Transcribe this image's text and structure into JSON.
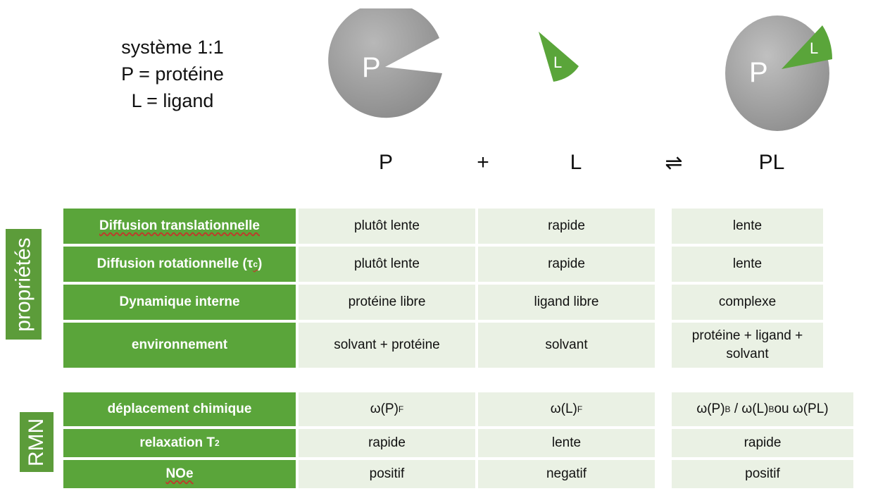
{
  "legend": {
    "line1": "système 1:1",
    "line2": "P = protéine",
    "line3": "L = ligand"
  },
  "shapes": {
    "protein_label": "P",
    "ligand_label": "L",
    "complex_protein_label": "P",
    "complex_ligand_label": "L",
    "colors": {
      "protein_gray": "#9a9a9a",
      "ligand_green": "#5aa53a"
    }
  },
  "equation": {
    "p": "P",
    "plus": "+",
    "l": "L",
    "equilibrium": "⇌",
    "pl": "PL"
  },
  "side_labels": {
    "properties": "propriétés",
    "nmr": "RMN"
  },
  "properties": {
    "rows": [
      {
        "label": "Diffusion translationnelle",
        "p": "plutôt lente",
        "l": "rapide",
        "pl": "lente"
      },
      {
        "label": "Diffusion rotationnelle (τ",
        "label_sub": "c",
        "label_end": ")",
        "p": "plutôt lente",
        "l": "rapide",
        "pl": "lente"
      },
      {
        "label": "Dynamique interne",
        "p": "protéine libre",
        "l": "ligand libre",
        "pl": "complexe"
      },
      {
        "label": "environnement",
        "p": "solvant + protéine",
        "l": "solvant",
        "pl": "protéine + ligand + solvant"
      }
    ]
  },
  "nmr": {
    "rows": [
      {
        "label": "déplacement chimique",
        "p": "ω(P)",
        "p_sub": "F",
        "l": "ω(L)",
        "l_sub": "F",
        "pl_a": "ω(P)",
        "pl_a_sub": "B",
        "pl_sep": " / ",
        "pl_b": "ω(L)",
        "pl_b_sub": "B",
        "pl_end": "ou ω(PL)"
      },
      {
        "label": "relaxation T",
        "label_sub": "2",
        "p": "rapide",
        "l": "lente",
        "pl": "rapide"
      },
      {
        "label": "NOe",
        "p": "positif",
        "l": "negatif",
        "pl": "positif"
      }
    ]
  }
}
